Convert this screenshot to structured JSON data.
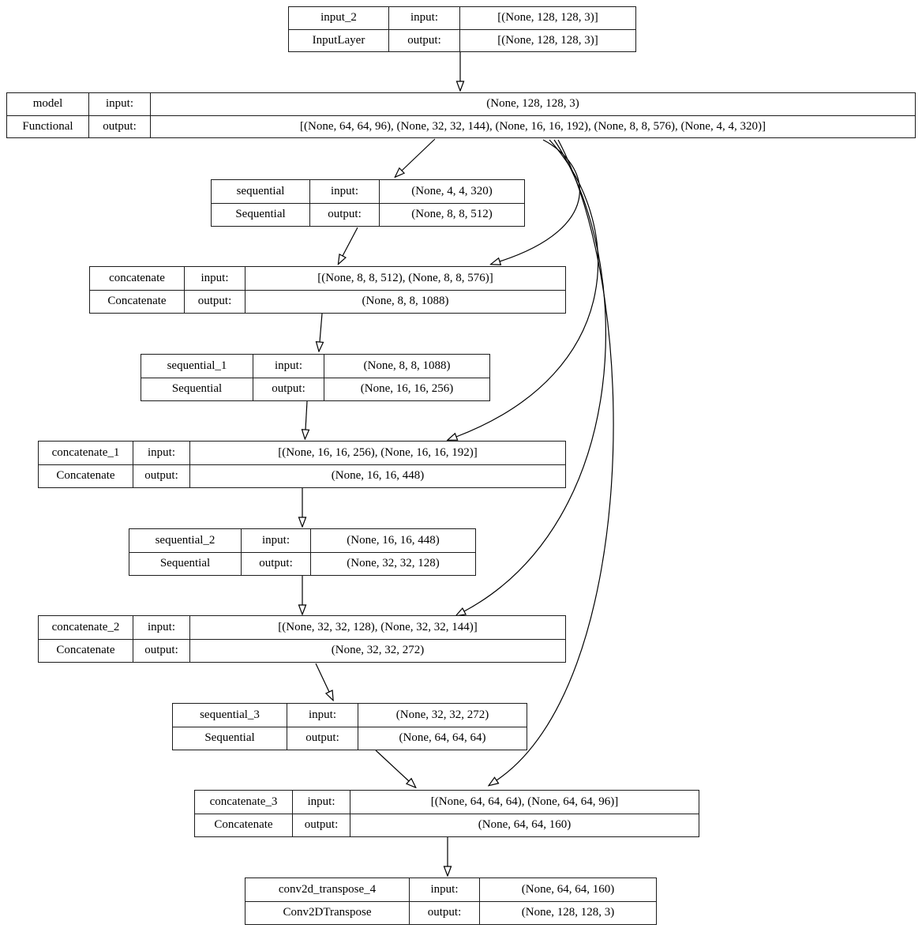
{
  "labels": {
    "input": "input:",
    "output": "output:"
  },
  "colors": {
    "background": "#ffffff",
    "node_border": "#000000",
    "edge": "#000000",
    "text": "#000000"
  },
  "nodes": [
    {
      "name": "input_2",
      "type": "InputLayer",
      "input": "[(None, 128, 128, 3)]",
      "output": "[(None, 128, 128, 3)]"
    },
    {
      "name": "model",
      "type": "Functional",
      "input": "(None, 128, 128, 3)",
      "output": "[(None, 64, 64, 96), (None, 32, 32, 144), (None, 16, 16, 192), (None, 8, 8, 576), (None, 4, 4, 320)]"
    },
    {
      "name": "sequential",
      "type": "Sequential",
      "input": "(None, 4, 4, 320)",
      "output": "(None, 8, 8, 512)"
    },
    {
      "name": "concatenate",
      "type": "Concatenate",
      "input": "[(None, 8, 8, 512), (None, 8, 8, 576)]",
      "output": "(None, 8, 8, 1088)"
    },
    {
      "name": "sequential_1",
      "type": "Sequential",
      "input": "(None, 8, 8, 1088)",
      "output": "(None, 16, 16, 256)"
    },
    {
      "name": "concatenate_1",
      "type": "Concatenate",
      "input": "[(None, 16, 16, 256), (None, 16, 16, 192)]",
      "output": "(None, 16, 16, 448)"
    },
    {
      "name": "sequential_2",
      "type": "Sequential",
      "input": "(None, 16, 16, 448)",
      "output": "(None, 32, 32, 128)"
    },
    {
      "name": "concatenate_2",
      "type": "Concatenate",
      "input": "[(None, 32, 32, 128), (None, 32, 32, 144)]",
      "output": "(None, 32, 32, 272)"
    },
    {
      "name": "sequential_3",
      "type": "Sequential",
      "input": "(None, 32, 32, 272)",
      "output": "(None, 64, 64, 64)"
    },
    {
      "name": "concatenate_3",
      "type": "Concatenate",
      "input": "[(None, 64, 64, 64), (None, 64, 64, 96)]",
      "output": "(None, 64, 64, 160)"
    },
    {
      "name": "conv2d_transpose_4",
      "type": "Conv2DTranspose",
      "input": "(None, 64, 64, 160)",
      "output": "(None, 128, 128, 3)"
    }
  ],
  "edges": [
    {
      "from": "input_2",
      "to": "model"
    },
    {
      "from": "model",
      "to": "sequential"
    },
    {
      "from": "model",
      "to": "concatenate"
    },
    {
      "from": "sequential",
      "to": "concatenate"
    },
    {
      "from": "concatenate",
      "to": "sequential_1"
    },
    {
      "from": "sequential_1",
      "to": "concatenate_1"
    },
    {
      "from": "model",
      "to": "concatenate_1"
    },
    {
      "from": "concatenate_1",
      "to": "sequential_2"
    },
    {
      "from": "sequential_2",
      "to": "concatenate_2"
    },
    {
      "from": "model",
      "to": "concatenate_2"
    },
    {
      "from": "concatenate_2",
      "to": "sequential_3"
    },
    {
      "from": "sequential_3",
      "to": "concatenate_3"
    },
    {
      "from": "model",
      "to": "concatenate_3"
    },
    {
      "from": "concatenate_3",
      "to": "conv2d_transpose_4"
    }
  ]
}
